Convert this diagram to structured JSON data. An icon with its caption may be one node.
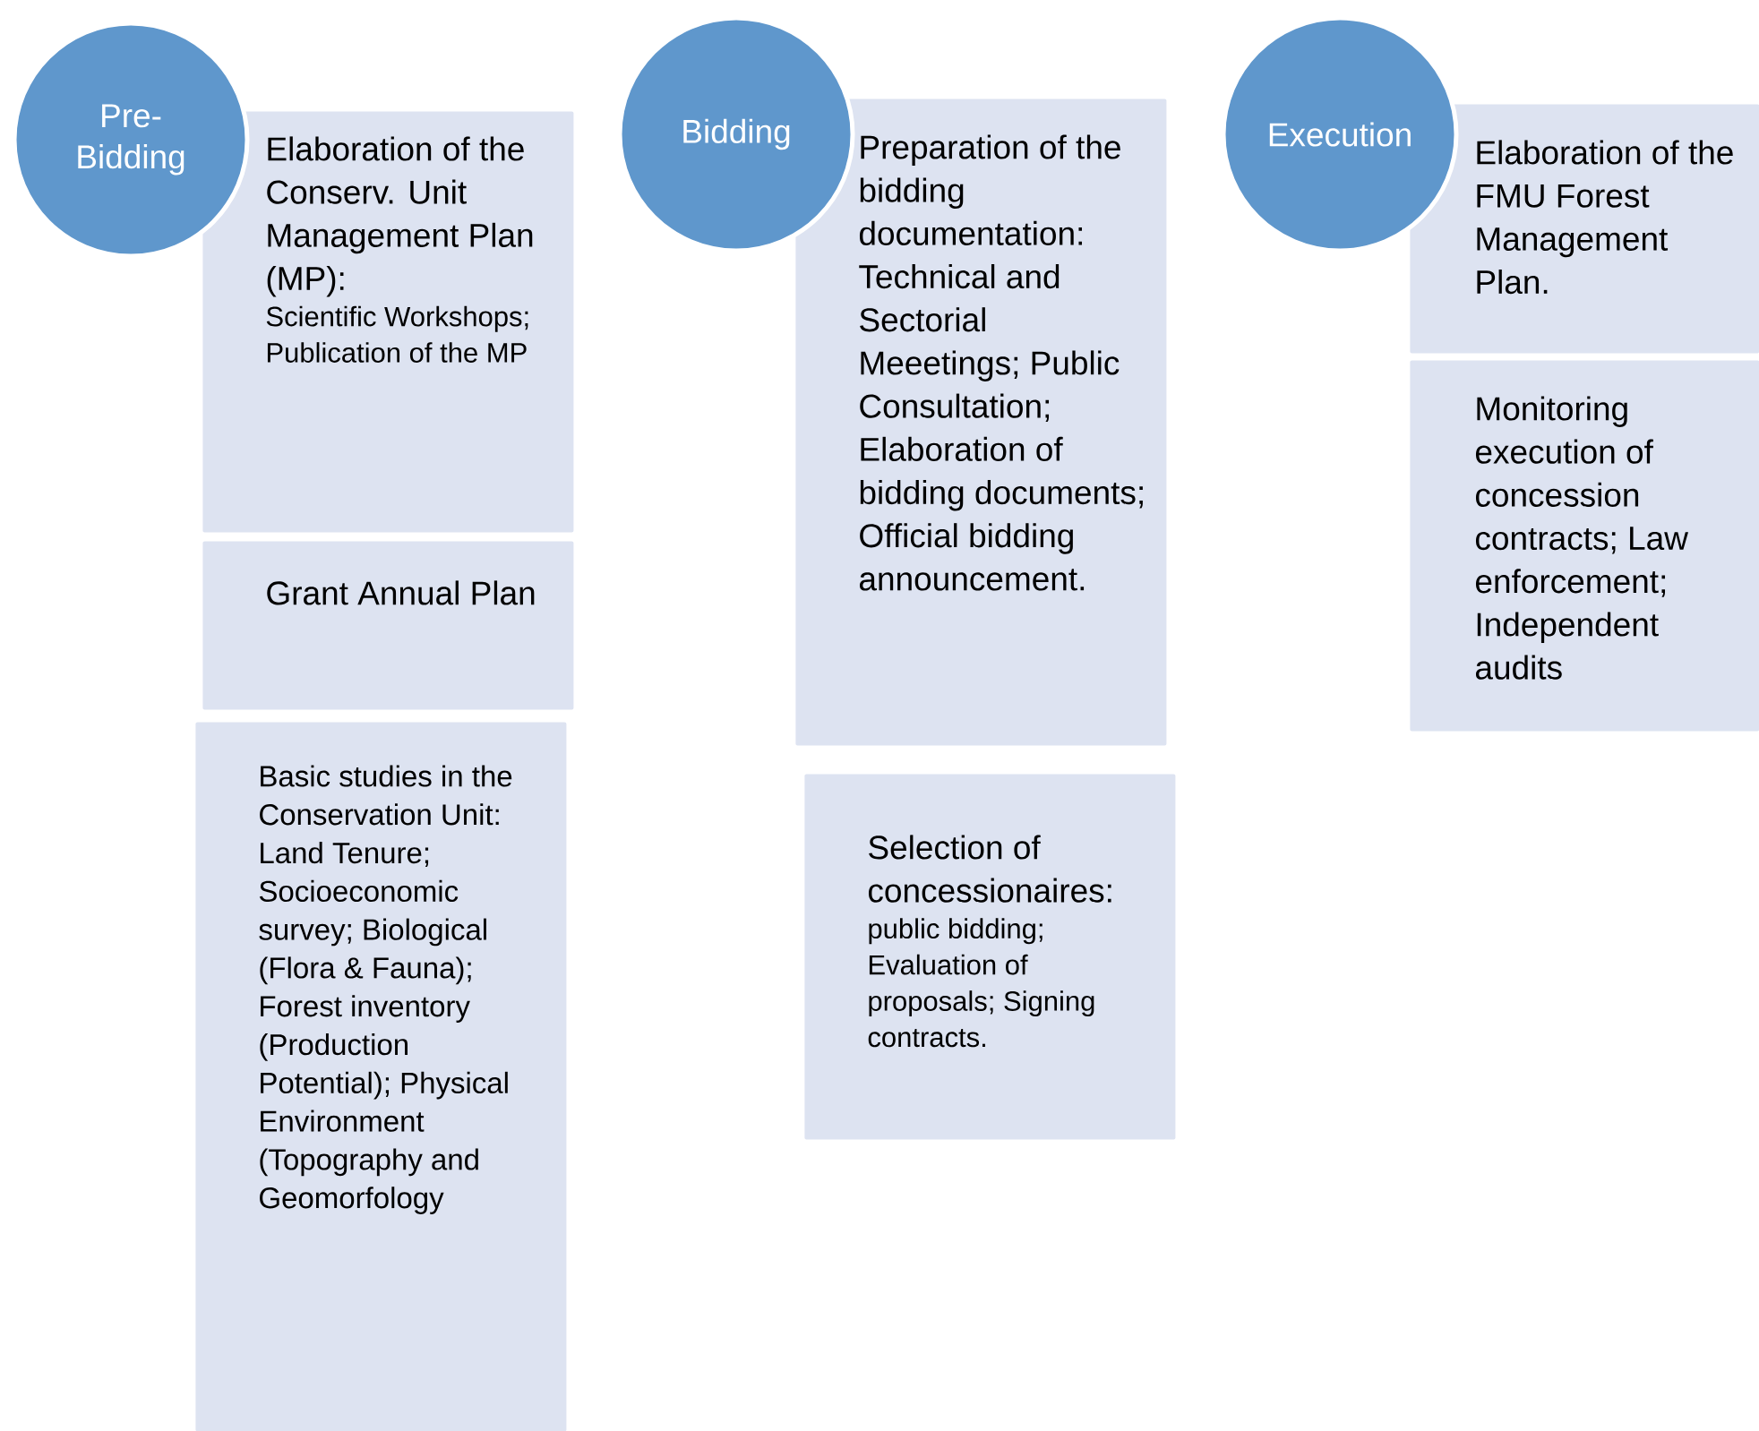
{
  "diagram": {
    "nodes": [
      {
        "text": [
          "Pre-Bidding"
        ]
      },
      {
        "text": [
          "Elaboration of the Conserv. Unit Management Plan (MP):",
          "Scientific Workshops; Publication of the MP"
        ]
      },
      {
        "text": [
          "Grant Annual Plan"
        ]
      },
      {
        "text": [
          "Basic studies in the Conservation Unit: Land Tenure; Socioeconomic survey; Biological (Flora & Fauna); Forest inventory (Production Potential); Physical Environment (Topography and Geomorfology"
        ]
      },
      {
        "text": [
          "Bidding"
        ]
      },
      {
        "text": [
          "Preparation of the bidding documentation: Technical and Sectorial Meeetings; Public Consultation; Elaboration of bidding documents; Official bidding announcement."
        ]
      },
      {
        "text": [
          "Selection of concessionaires:",
          "public bidding; Evaluation of proposals; Signing contracts."
        ]
      },
      {
        "text": [
          "Execution"
        ]
      },
      {
        "text": [
          "Elaboration of the FMU Forest Management Plan."
        ]
      },
      {
        "text": [
          "Monitoring execution of concession contracts; Law enforcement; Independent audits"
        ]
      }
    ]
  }
}
